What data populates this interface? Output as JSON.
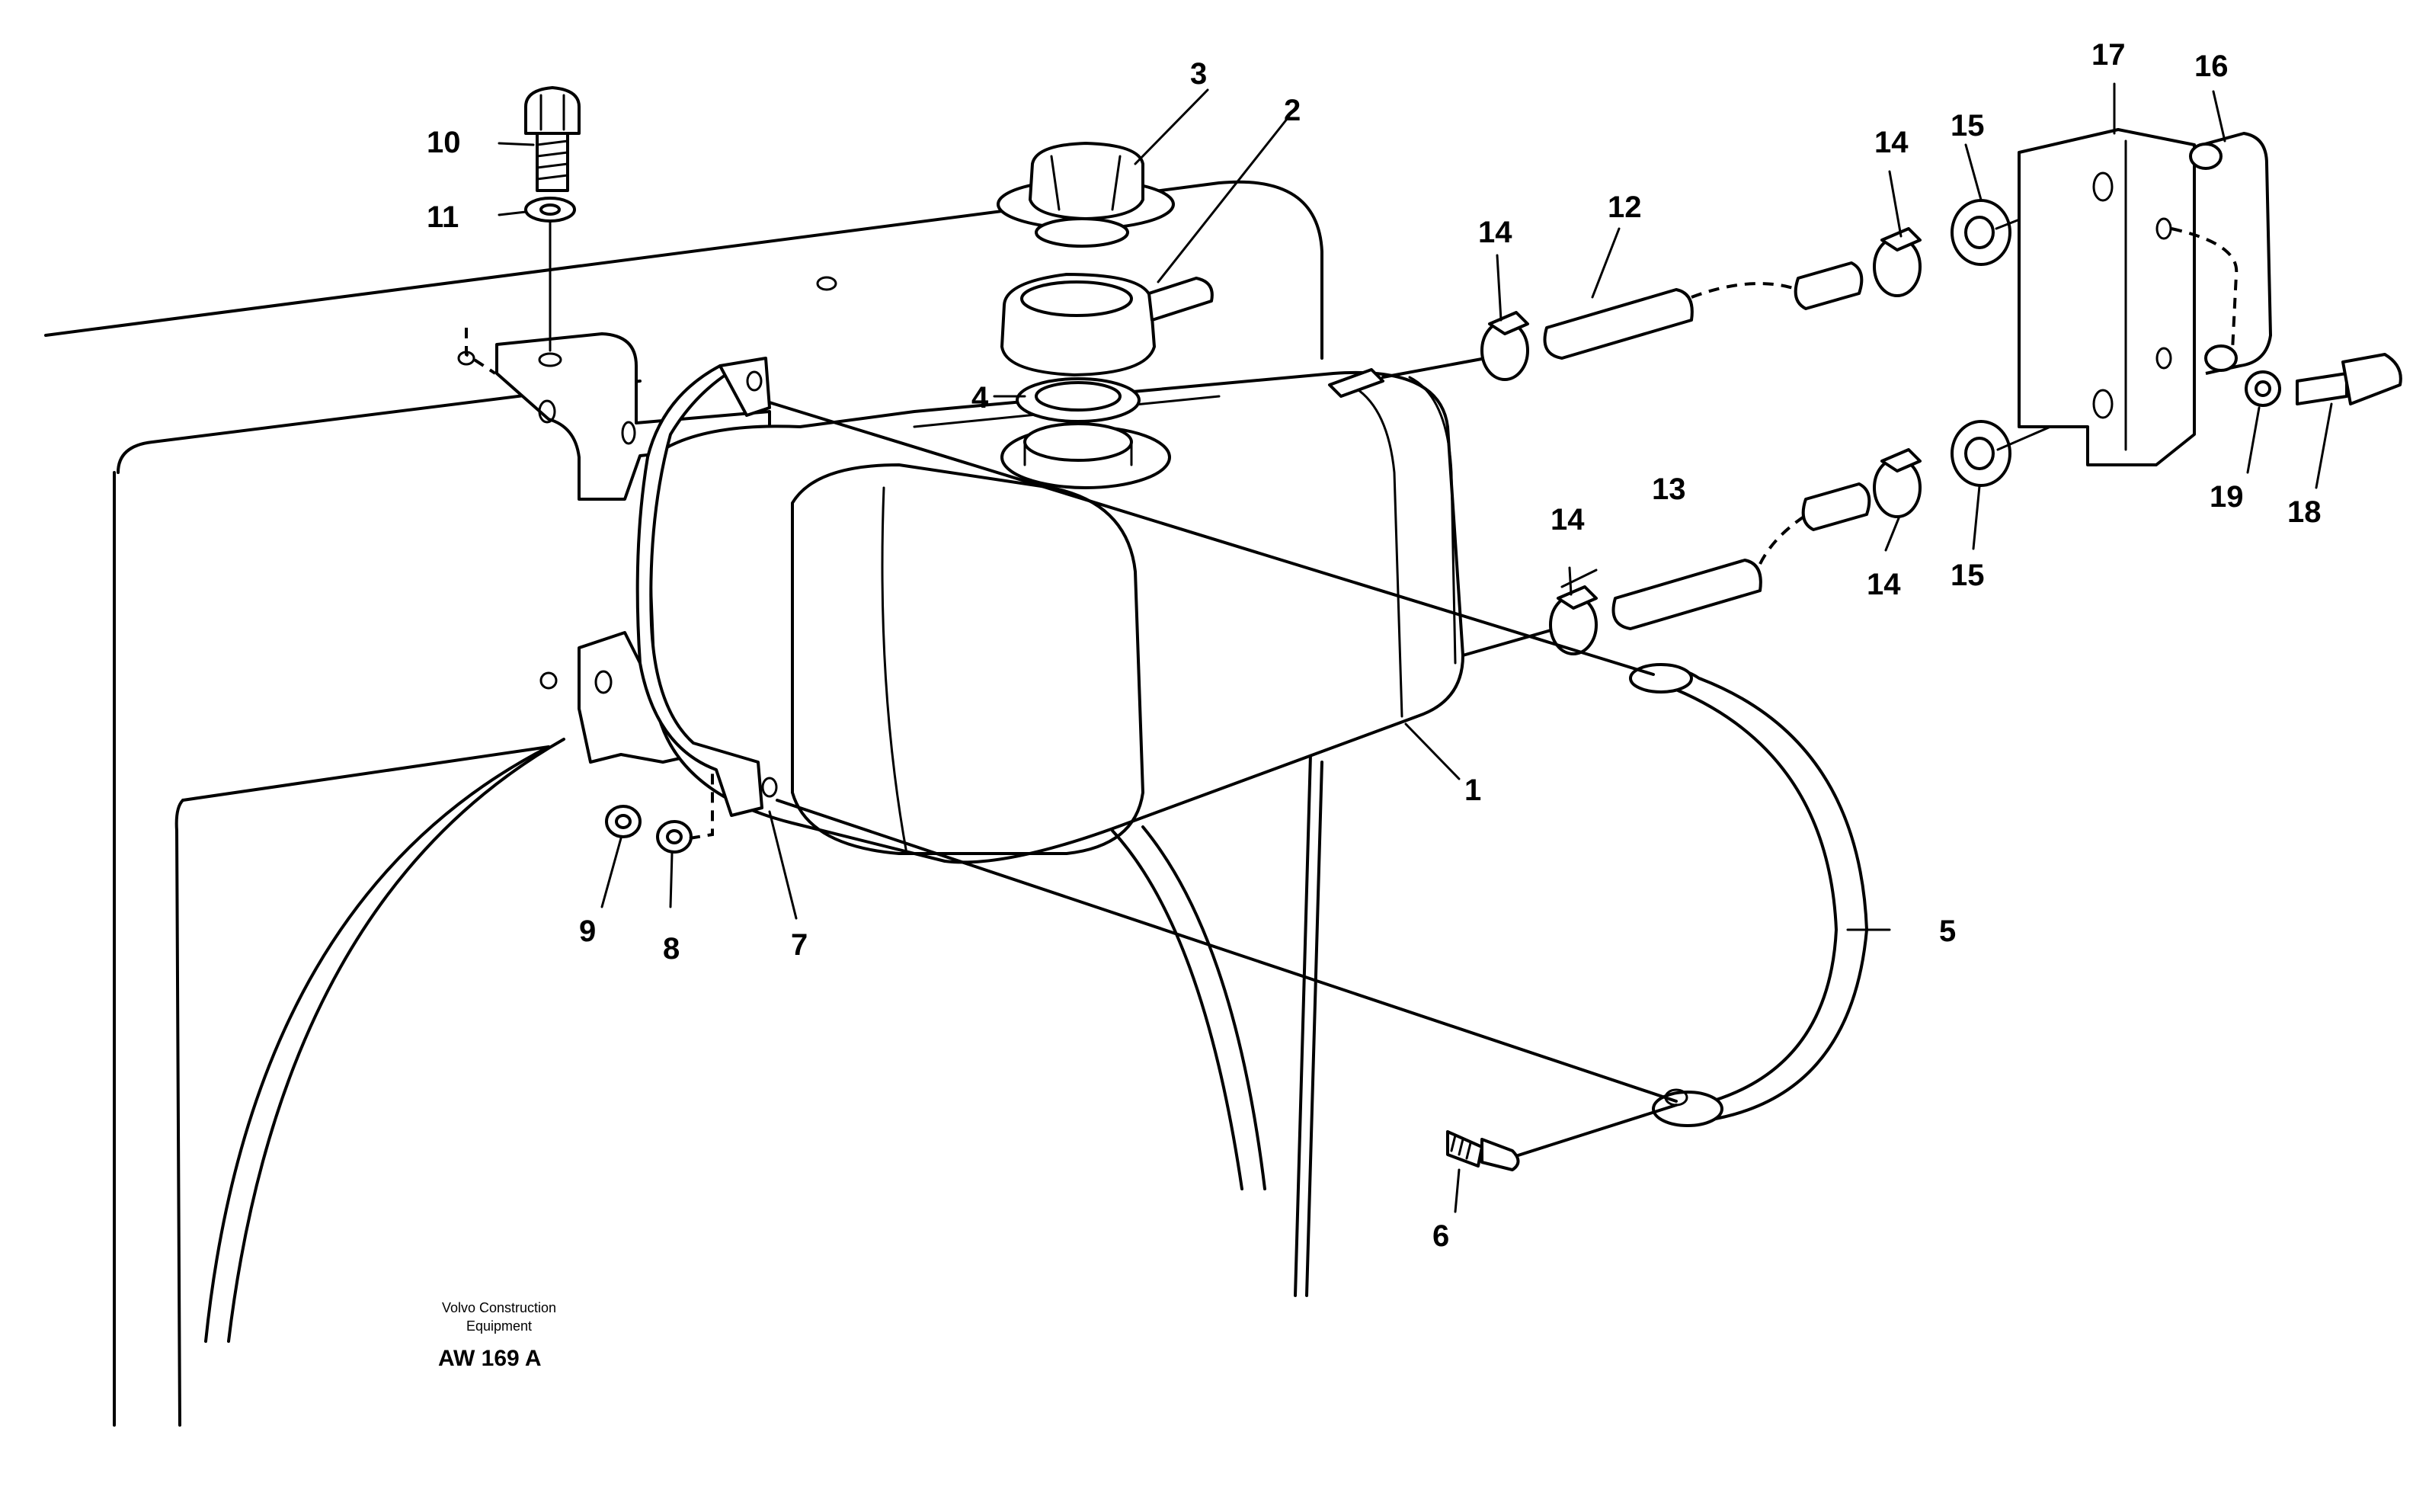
{
  "callouts": {
    "c1": "1",
    "c2": "2",
    "c3": "3",
    "c4": "4",
    "c5": "5",
    "c6": "6",
    "c7": "7",
    "c8": "8",
    "c9": "9",
    "c10": "10",
    "c11": "11",
    "c12": "12",
    "c13": "13",
    "c14a": "14",
    "c14b": "14",
    "c14c": "14",
    "c14d": "14",
    "c15a": "15",
    "c15b": "15",
    "c16": "16",
    "c17": "17",
    "c18": "18",
    "c19": "19"
  },
  "caption": {
    "line1": "Volvo Construction",
    "line2": "Equipment",
    "code": "AW 169 A"
  }
}
